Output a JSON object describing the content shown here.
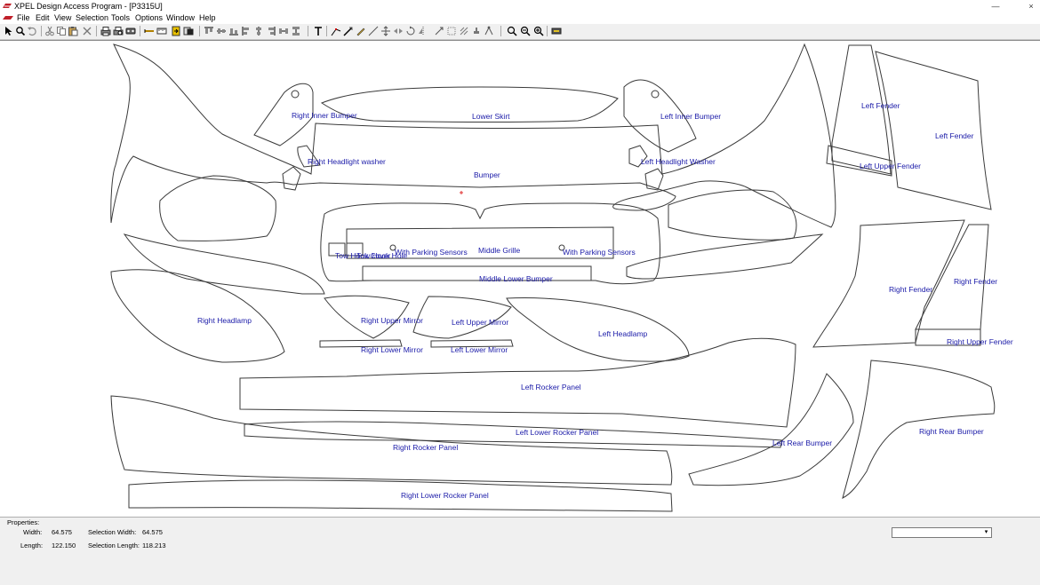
{
  "window": {
    "title": "XPEL Design Access Program - [P3315U]",
    "minimize": "—",
    "close": "×"
  },
  "menu": [
    "File",
    "Edit",
    "View",
    "Selection",
    "Tools",
    "Options",
    "Window",
    "Help"
  ],
  "toolbar": [
    "select-arrow-icon",
    "zoom-search-icon",
    "undo-icon",
    "cut-icon",
    "copy-icon",
    "paste-icon",
    "delete-icon",
    "print-icon",
    "print-preview-icon",
    "page-setup-icon",
    "plot-icon",
    "line-tool-icon",
    "measure-icon",
    "export-icon",
    "import-icon",
    "align-top-icon",
    "align-middle-icon",
    "align-bottom-icon",
    "align-left-icon",
    "align-center-icon",
    "align-right-icon",
    "distribute-icon",
    "text-tool-icon",
    "edit-nodes-icon",
    "knife-icon",
    "pencil-icon",
    "line-draw-icon",
    "move-icon",
    "flip-icon",
    "rotate-icon",
    "mirror-icon",
    "scale-icon",
    "weld-icon",
    "nest-icon",
    "zoom-in-icon",
    "zoom-out-icon",
    "zoom-fit-icon",
    "cutter-icon"
  ],
  "labels": {
    "right_inner_bumper": "Right Inner Bumper",
    "lower_skirt": "Lower Skirt",
    "left_inner_bumper": "Left Inner Bumper",
    "left_fender_1": "Left Fender",
    "left_fender_2": "Left Fender",
    "right_headlight_washer": "Right Headlight washer",
    "left_headlight_washer": "Left Headlight Washer",
    "left_upper_fender": "Left Upper Fender",
    "bumper": "Bumper",
    "tow_hook_cover": "Tow Hook Cover",
    "tow_hook_hole": "Tow Hook Hole",
    "with_parking_sensors_1": "With Parking Sensors",
    "middle_grille": "Middle Grille",
    "with_parking_sensors_2": "With Parking Sensors",
    "middle_lower_bumper": "Middle Lower Bumper",
    "right_fender_1": "Right Fender",
    "right_fender_2": "Right Fender",
    "right_headlamp": "Right Headlamp",
    "right_upper_mirror": "Right Upper Mirror",
    "left_upper_mirror": "Left Upper Mirror",
    "left_headlamp": "Left Headlamp",
    "right_upper_fender": "Right Upper Fender",
    "right_lower_mirror": "Right Lower Mirror",
    "left_lower_mirror": "Left Lower Mirror",
    "left_rocker_panel": "Left Rocker Panel",
    "left_lower_rocker_panel": "Left Lower Rocker Panel",
    "right_rocker_panel": "Right Rocker Panel",
    "left_rear_bumper": "Left Rear Bumper",
    "right_rear_bumper": "Right Rear Bumper",
    "right_lower_rocker_panel": "Right Lower Rocker Panel"
  },
  "properties": {
    "title": "Properties:",
    "width_label": "Width:",
    "width_value": "64.575",
    "length_label": "Length:",
    "length_value": "122.150",
    "sel_width_label": "Selection Width:",
    "sel_width_value": "64.575",
    "sel_length_label": "Selection Length:",
    "sel_length_value": "118.213"
  },
  "dropdown": {
    "selected": "",
    "arrow": "▾"
  },
  "colors": {
    "label_text": "#1a1aa8",
    "outline": "#3a3a3a",
    "marker": "#e03030"
  }
}
